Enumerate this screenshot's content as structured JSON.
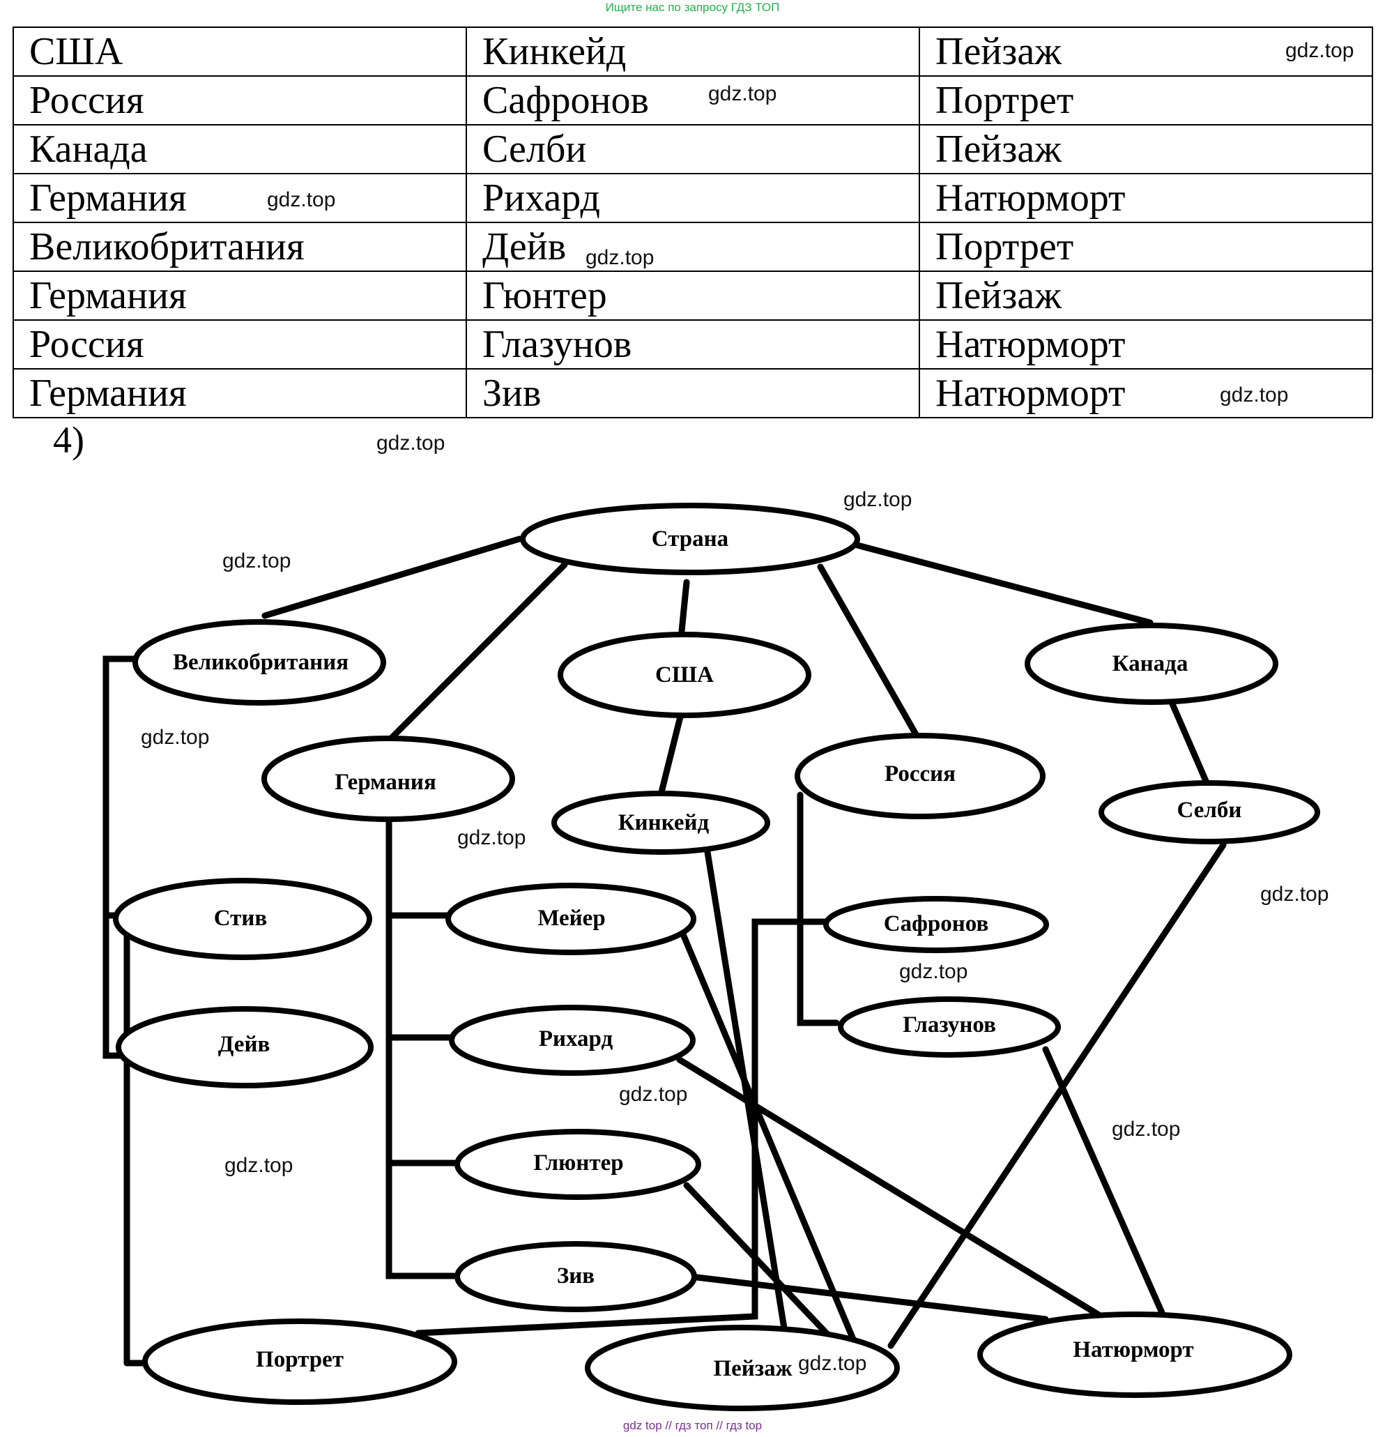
{
  "banner_top": "Ищите нас по запросу ГДЗ ТОП",
  "banner_bottom": "gdz top // гдз топ // гдз top",
  "watermark": "gdz.top",
  "table": {
    "rows": [
      [
        "США",
        "Кинкейд",
        "Пейзаж"
      ],
      [
        "Россия",
        "Сафронов",
        "Портрет"
      ],
      [
        "Канада",
        "Селби",
        "Пейзаж"
      ],
      [
        "Германия",
        "Рихард",
        "Натюрморт"
      ],
      [
        "Великобритания",
        "Дейв",
        "Портрет"
      ],
      [
        "Германия",
        "Гюнтер",
        "Пейзаж"
      ],
      [
        "Россия",
        "Глазунов",
        "Натюрморт"
      ],
      [
        "Германия",
        "Зив",
        "Натюрморт"
      ]
    ]
  },
  "task_number": "4)",
  "diagram": {
    "nodes": {
      "strana": "Страна",
      "velikobritaniya": "Великобритания",
      "ssha": "США",
      "kanada": "Канада",
      "germaniya": "Германия",
      "rossiya": "Россия",
      "kinkeid": "Кинкейд",
      "selbi": "Селби",
      "stiv": "Стив",
      "meier": "Мейер",
      "safronov": "Сафронов",
      "glazunov": "Глазунов",
      "deiv": "Дейв",
      "rikhard": "Рихард",
      "glyunter": "Глюнтер",
      "ziv": "Зив",
      "portret": "Портрет",
      "peizazh": "Пейзаж",
      "natyurmort": "Натюрморт"
    }
  }
}
